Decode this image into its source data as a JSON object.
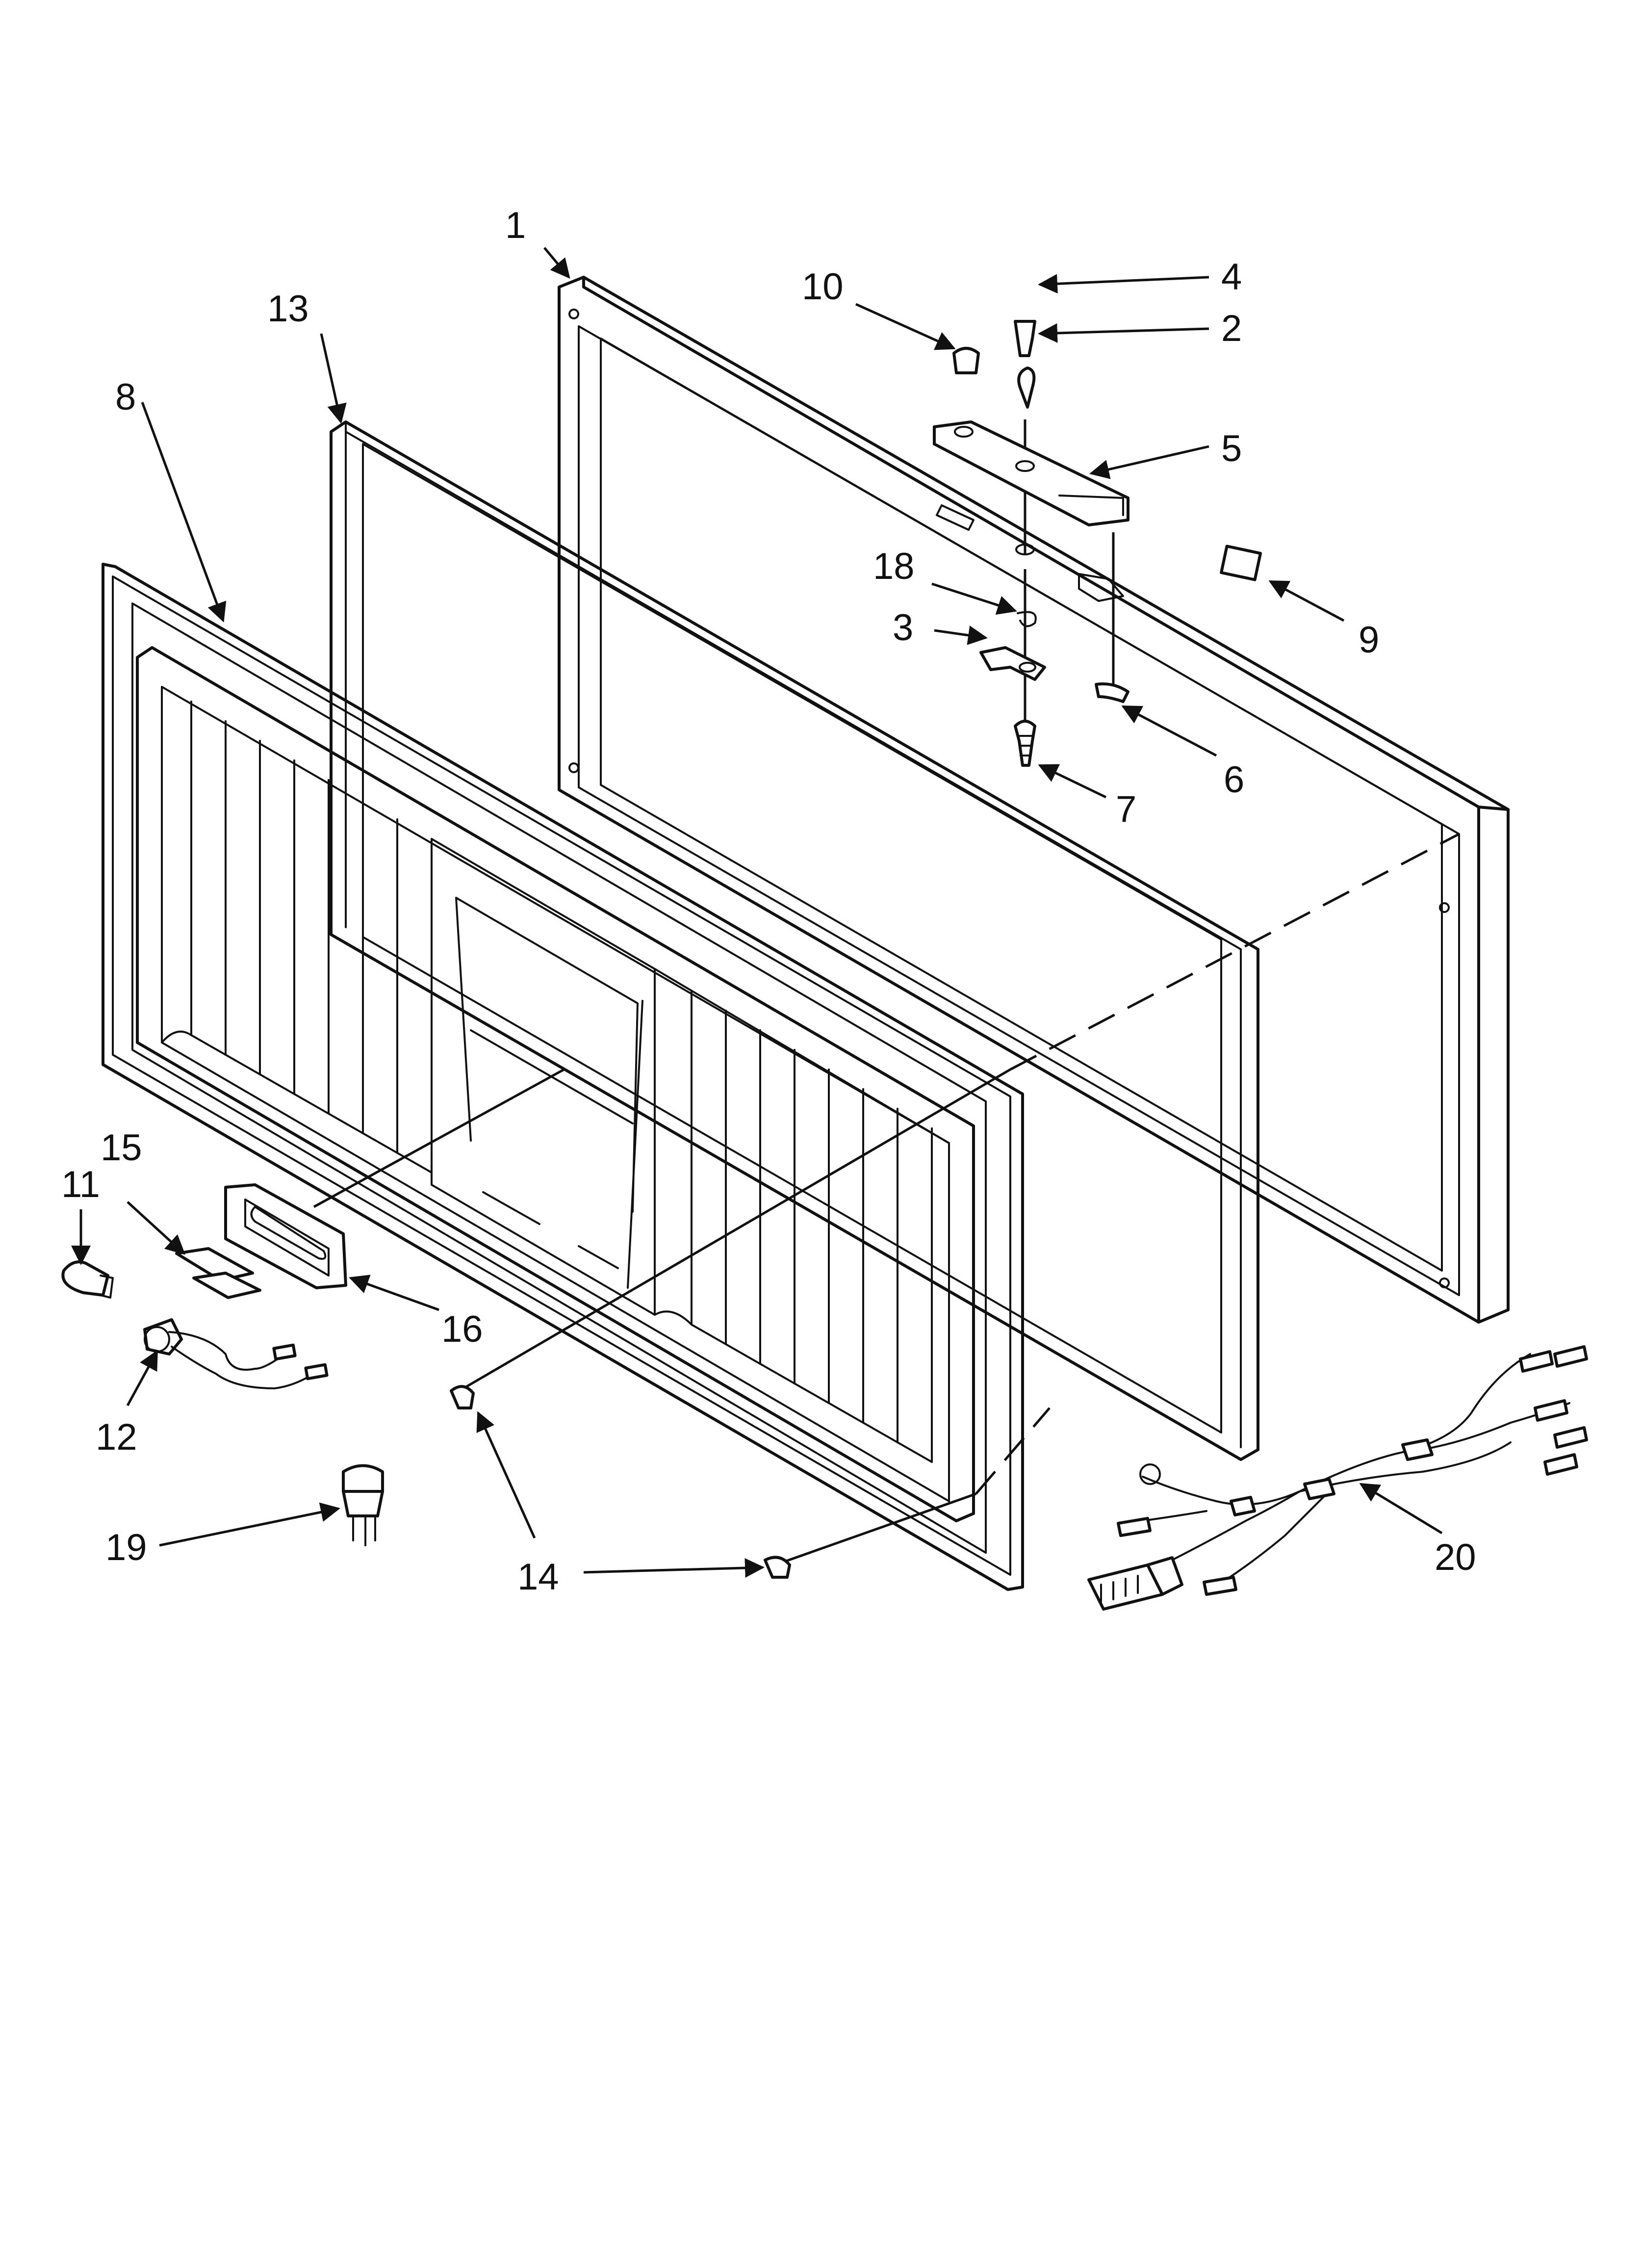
{
  "diagram": {
    "type": "exploded-parts-view",
    "callouts": [
      {
        "id": "1",
        "label": "1"
      },
      {
        "id": "2",
        "label": "2"
      },
      {
        "id": "3",
        "label": "3"
      },
      {
        "id": "4",
        "label": "4"
      },
      {
        "id": "5",
        "label": "5"
      },
      {
        "id": "6",
        "label": "6"
      },
      {
        "id": "7",
        "label": "7"
      },
      {
        "id": "8",
        "label": "8"
      },
      {
        "id": "9",
        "label": "9"
      },
      {
        "id": "10",
        "label": "10"
      },
      {
        "id": "11",
        "label": "11"
      },
      {
        "id": "12",
        "label": "12"
      },
      {
        "id": "13",
        "label": "13"
      },
      {
        "id": "14a",
        "label": "14"
      },
      {
        "id": "14b",
        "label": "14"
      },
      {
        "id": "15",
        "label": "15"
      },
      {
        "id": "16",
        "label": "16"
      },
      {
        "id": "18",
        "label": "18"
      },
      {
        "id": "19",
        "label": "19"
      },
      {
        "id": "20",
        "label": "20"
      }
    ]
  }
}
